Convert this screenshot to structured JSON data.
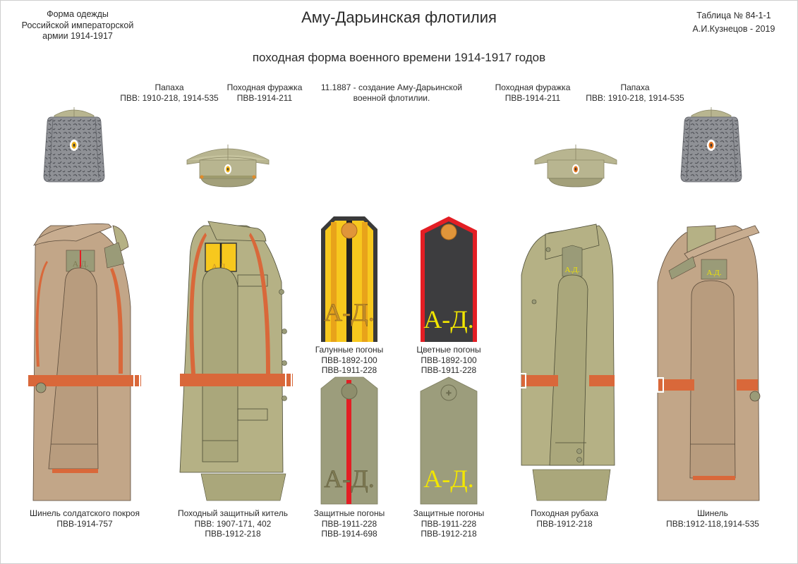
{
  "header": {
    "left_lines": [
      "Форма одежды",
      "Российской императорской",
      "армии  1914-1917"
    ],
    "title": "Аму-Дарьинская флотилия",
    "right_lines": [
      "Таблица № 84-1-1",
      "А.И.Кузнецов - 2019"
    ],
    "subtitle": "походная форма военного времени 1914-1917 годов"
  },
  "captions_top": {
    "papakha_left": [
      "Папаха",
      "ПВВ: 1910-218, 1914-535"
    ],
    "cap_left": [
      "Походная фуражка",
      "ПВВ-1914-211"
    ],
    "note": [
      "11.1887 - создание Аму-Дарьинской",
      "военной флотилии."
    ],
    "cap_right": [
      "Походная фуражка",
      "ПВВ-1914-211"
    ],
    "papakha_right": [
      "Папаха",
      "ПВВ: 1910-218, 1914-535"
    ]
  },
  "shoulder_boards": {
    "galloon": {
      "label": [
        "Галунные погоны",
        "ПВВ-1892-100",
        "ПВВ-1911-228"
      ],
      "monogram": "А-Д.",
      "colors": {
        "field": "#f7c81e",
        "edge": "#3a3a3a",
        "stripe": "#222222",
        "monogram": "#c8912a"
      }
    },
    "colored": {
      "label": [
        "Цветные погоны",
        "ПВВ-1892-100",
        "ПВВ-1911-228"
      ],
      "monogram": "А-Д.",
      "colors": {
        "field": "#3d3d3f",
        "edge": "#e31e24",
        "monogram": "#f2e600"
      }
    },
    "protective_red": {
      "label": [
        "Защитные погоны",
        "ПВВ-1911-228",
        "ПВВ-1914-698"
      ],
      "monogram": "А-Д.",
      "colors": {
        "field": "#9c9d7c",
        "stripe": "#e31e24",
        "monogram": "#7e7a52"
      }
    },
    "protective_yellow": {
      "label": [
        "Защитные  погоны",
        "ПВВ-1911-228",
        "ПВВ-1912-218"
      ],
      "monogram": "А-Д.",
      "colors": {
        "field": "#9c9d7c",
        "monogram": "#f2e600"
      }
    }
  },
  "uniforms": {
    "greatcoat_left": {
      "label": [
        "Шинель солдатского покроя",
        "ПВВ-1914-757"
      ],
      "badge": "А.Д."
    },
    "tunic": {
      "label": [
        "Походный защитный китель",
        "ПВВ: 1907-171, 402",
        "ПВВ-1912-218"
      ],
      "badge": "А.Д."
    },
    "shirt": {
      "label": [
        "Походная рубаха",
        "ПВВ-1912-218"
      ],
      "badge": "А.Д."
    },
    "greatcoat_right": {
      "label": [
        "Шинель",
        "ПВВ:1912-118,1914-535"
      ],
      "badge": "А.Д."
    }
  },
  "colors": {
    "greatcoat": "#c2a688",
    "greatcoat_shade": "#a88d70",
    "khaki": "#b5b185",
    "khaki_shade": "#9d9a6d",
    "belt": "#d9683a",
    "papakha": "#8f9196",
    "collar_tab": "#9a9b78"
  }
}
